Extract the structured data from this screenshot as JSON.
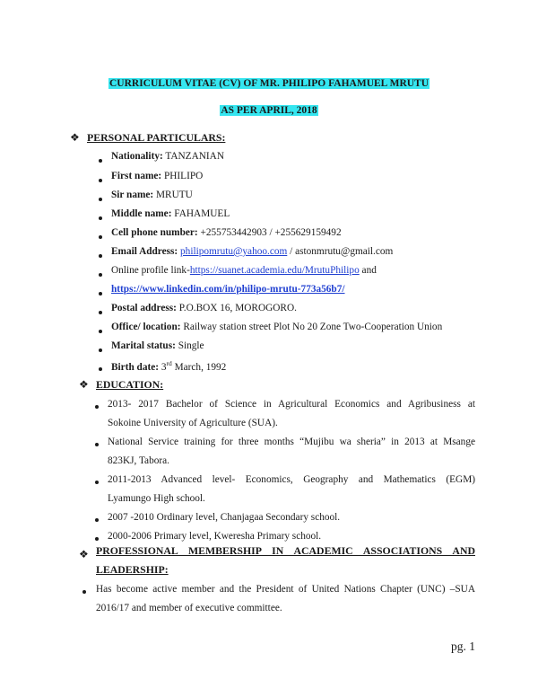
{
  "title": {
    "line1": "CURRICULUM VITAE (CV) OF MR. PHILIPO FAHAMUEL MRUTU",
    "line2": "AS PER APRIL, 2018"
  },
  "personal": {
    "heading": "PERSONAL PARTICULARS:",
    "nationality": {
      "label": "Nationality:",
      "value": "TANZANIAN"
    },
    "first_name": {
      "label": "First name:",
      "value": "PHILIPO"
    },
    "sir_name": {
      "label": "Sir name:",
      "value": "MRUTU"
    },
    "middle_name": {
      "label": "Middle name:",
      "value": "FAHAMUEL"
    },
    "cell_phone": {
      "label": "Cell phone number:",
      "value": "+255753442903 / +255629159492"
    },
    "email": {
      "label": "Email Address:",
      "link": "philipomrutu@yahoo.com",
      "rest": " / astonmrutu@gmail.com"
    },
    "online_profile": {
      "label": "Online profile link-",
      "link": "https://suanet.academia.edu/MrutuPhilipo",
      "rest": "  and"
    },
    "linkedin": "https://www.linkedin.com/in/philipo-mrutu-773a56b7/",
    "postal": {
      "label": "Postal address:",
      "value": "P.O.BOX 16, MOROGORO."
    },
    "office": {
      "label": "Office/ location:",
      "value": "Railway station street Plot No 20 Zone Two-Cooperation Union"
    },
    "marital": {
      "label": "Marital status:",
      "value": "Single"
    },
    "birth": {
      "label": "Birth date:",
      "day": "3",
      "sup": "rd",
      "rest": " March, 1992"
    }
  },
  "education": {
    "heading": "EDUCATION:",
    "items": [
      {
        "line1": "2013- 2017 Bachelor of Science in Agricultural Economics and Agribusiness at",
        "line2": "Sokoine University of Agriculture (SUA)."
      },
      {
        "line1": "National Service training for three months “Mujibu wa sheria” in 2013 at Msange",
        "line2": "823KJ, Tabora."
      },
      {
        "line1": "2011-2013 Advanced level- Economics, Geography and Mathematics (EGM)",
        "line2": "Lyamungo High school."
      },
      {
        "line1": "2007 -2010 Ordinary level, Chanjagaa Secondary school."
      },
      {
        "line1": "2000-2006 Primary level, Kweresha Primary school."
      }
    ]
  },
  "professional": {
    "heading_line1": "PROFESSIONAL  MEMBERSHIP  IN  ACADEMIC  ASSOCIATIONS  AND",
    "heading_line2": "LEADERSHIP:",
    "items": [
      {
        "line1": "Has become active member and the President of United Nations Chapter (UNC) –SUA",
        "line2": "2016/17 and member of executive committee."
      }
    ]
  },
  "page_number": "pg. 1"
}
